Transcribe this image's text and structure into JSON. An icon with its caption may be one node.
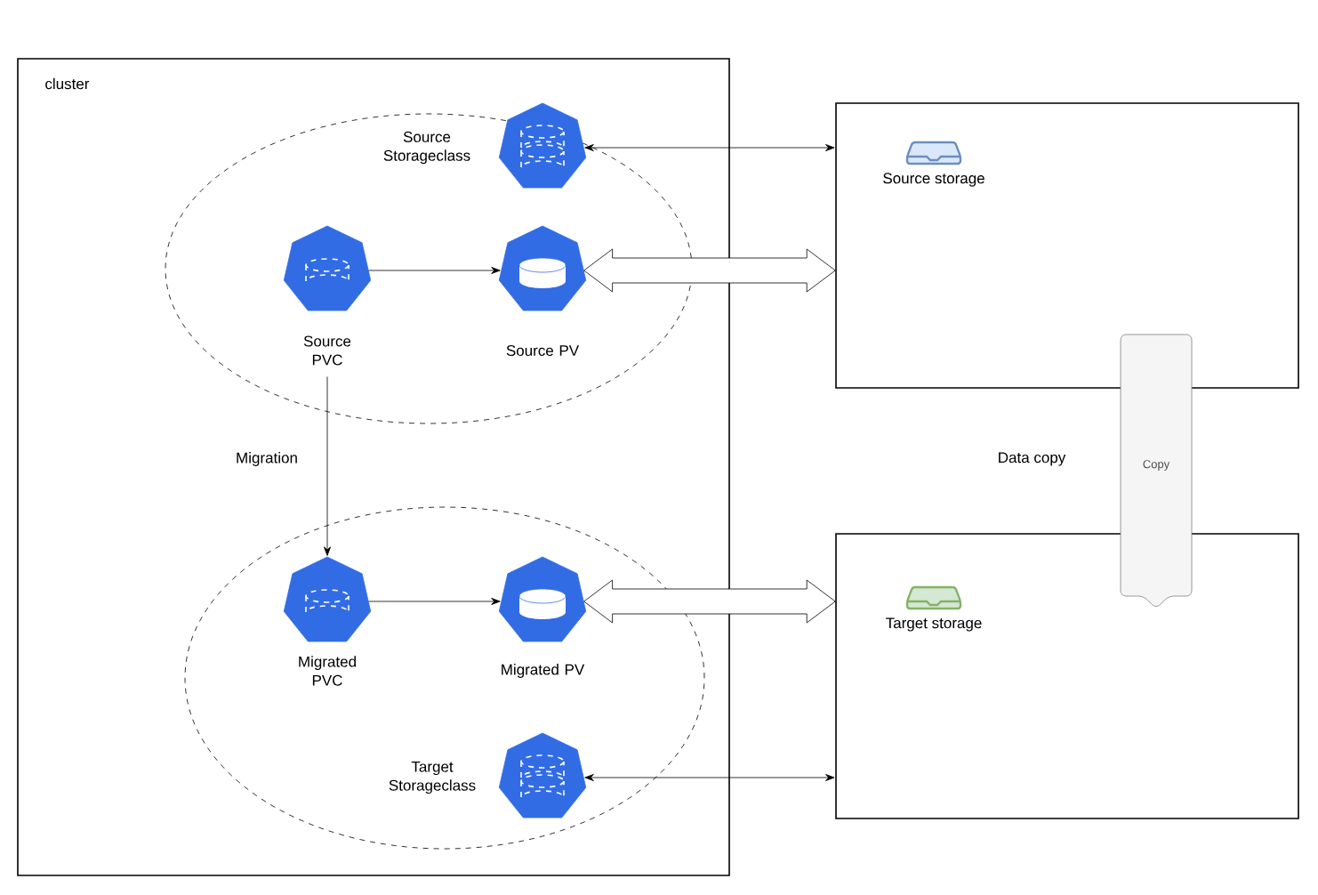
{
  "diagram": {
    "nodes": [
      {
        "text": [
          "cluster"
        ]
      },
      {
        "text": [],
        "shape": "ellipse",
        "in": 0
      },
      {
        "text": [],
        "shape": "heptagon",
        "in": 1,
        "beside": [
          "Source Storageclass"
        ]
      },
      {
        "text": [],
        "shape": "heptagon",
        "in": 1,
        "beside": [
          "Source PVC"
        ]
      },
      {
        "text": [],
        "shape": "heptagon",
        "in": 1,
        "beside": [
          "Source PV"
        ]
      },
      {
        "text": [],
        "shape": "ellipse",
        "in": 0
      },
      {
        "text": [],
        "shape": "heptagon",
        "in": 5,
        "beside": [
          "Migrated PVC"
        ]
      },
      {
        "text": [],
        "shape": "heptagon",
        "in": 5,
        "beside": [
          "Migrated PV"
        ]
      },
      {
        "text": [],
        "shape": "heptagon",
        "in": 5,
        "beside": [
          "Target Storageclass"
        ]
      },
      {
        "text": [
          "Source storage"
        ]
      },
      {
        "text": [
          "Target storage"
        ]
      },
      {
        "text": [
          "Copy"
        ]
      }
    ],
    "edges": [
      {
        "from": 2,
        "to": 9,
        "arrow": "both"
      },
      {
        "from": 3,
        "to": 4,
        "arrow": "to"
      },
      {
        "from": 4,
        "to": 9,
        "arrow": "both",
        "style": "thick"
      },
      {
        "from": 3,
        "to": 6,
        "arrow": "to",
        "label": "Migration"
      },
      {
        "from": 6,
        "to": 7,
        "arrow": "to"
      },
      {
        "from": 7,
        "to": 10,
        "arrow": "both",
        "style": "thick"
      },
      {
        "from": 8,
        "to": 10,
        "arrow": "both"
      }
    ],
    "labels": [
      "Data copy"
    ]
  }
}
